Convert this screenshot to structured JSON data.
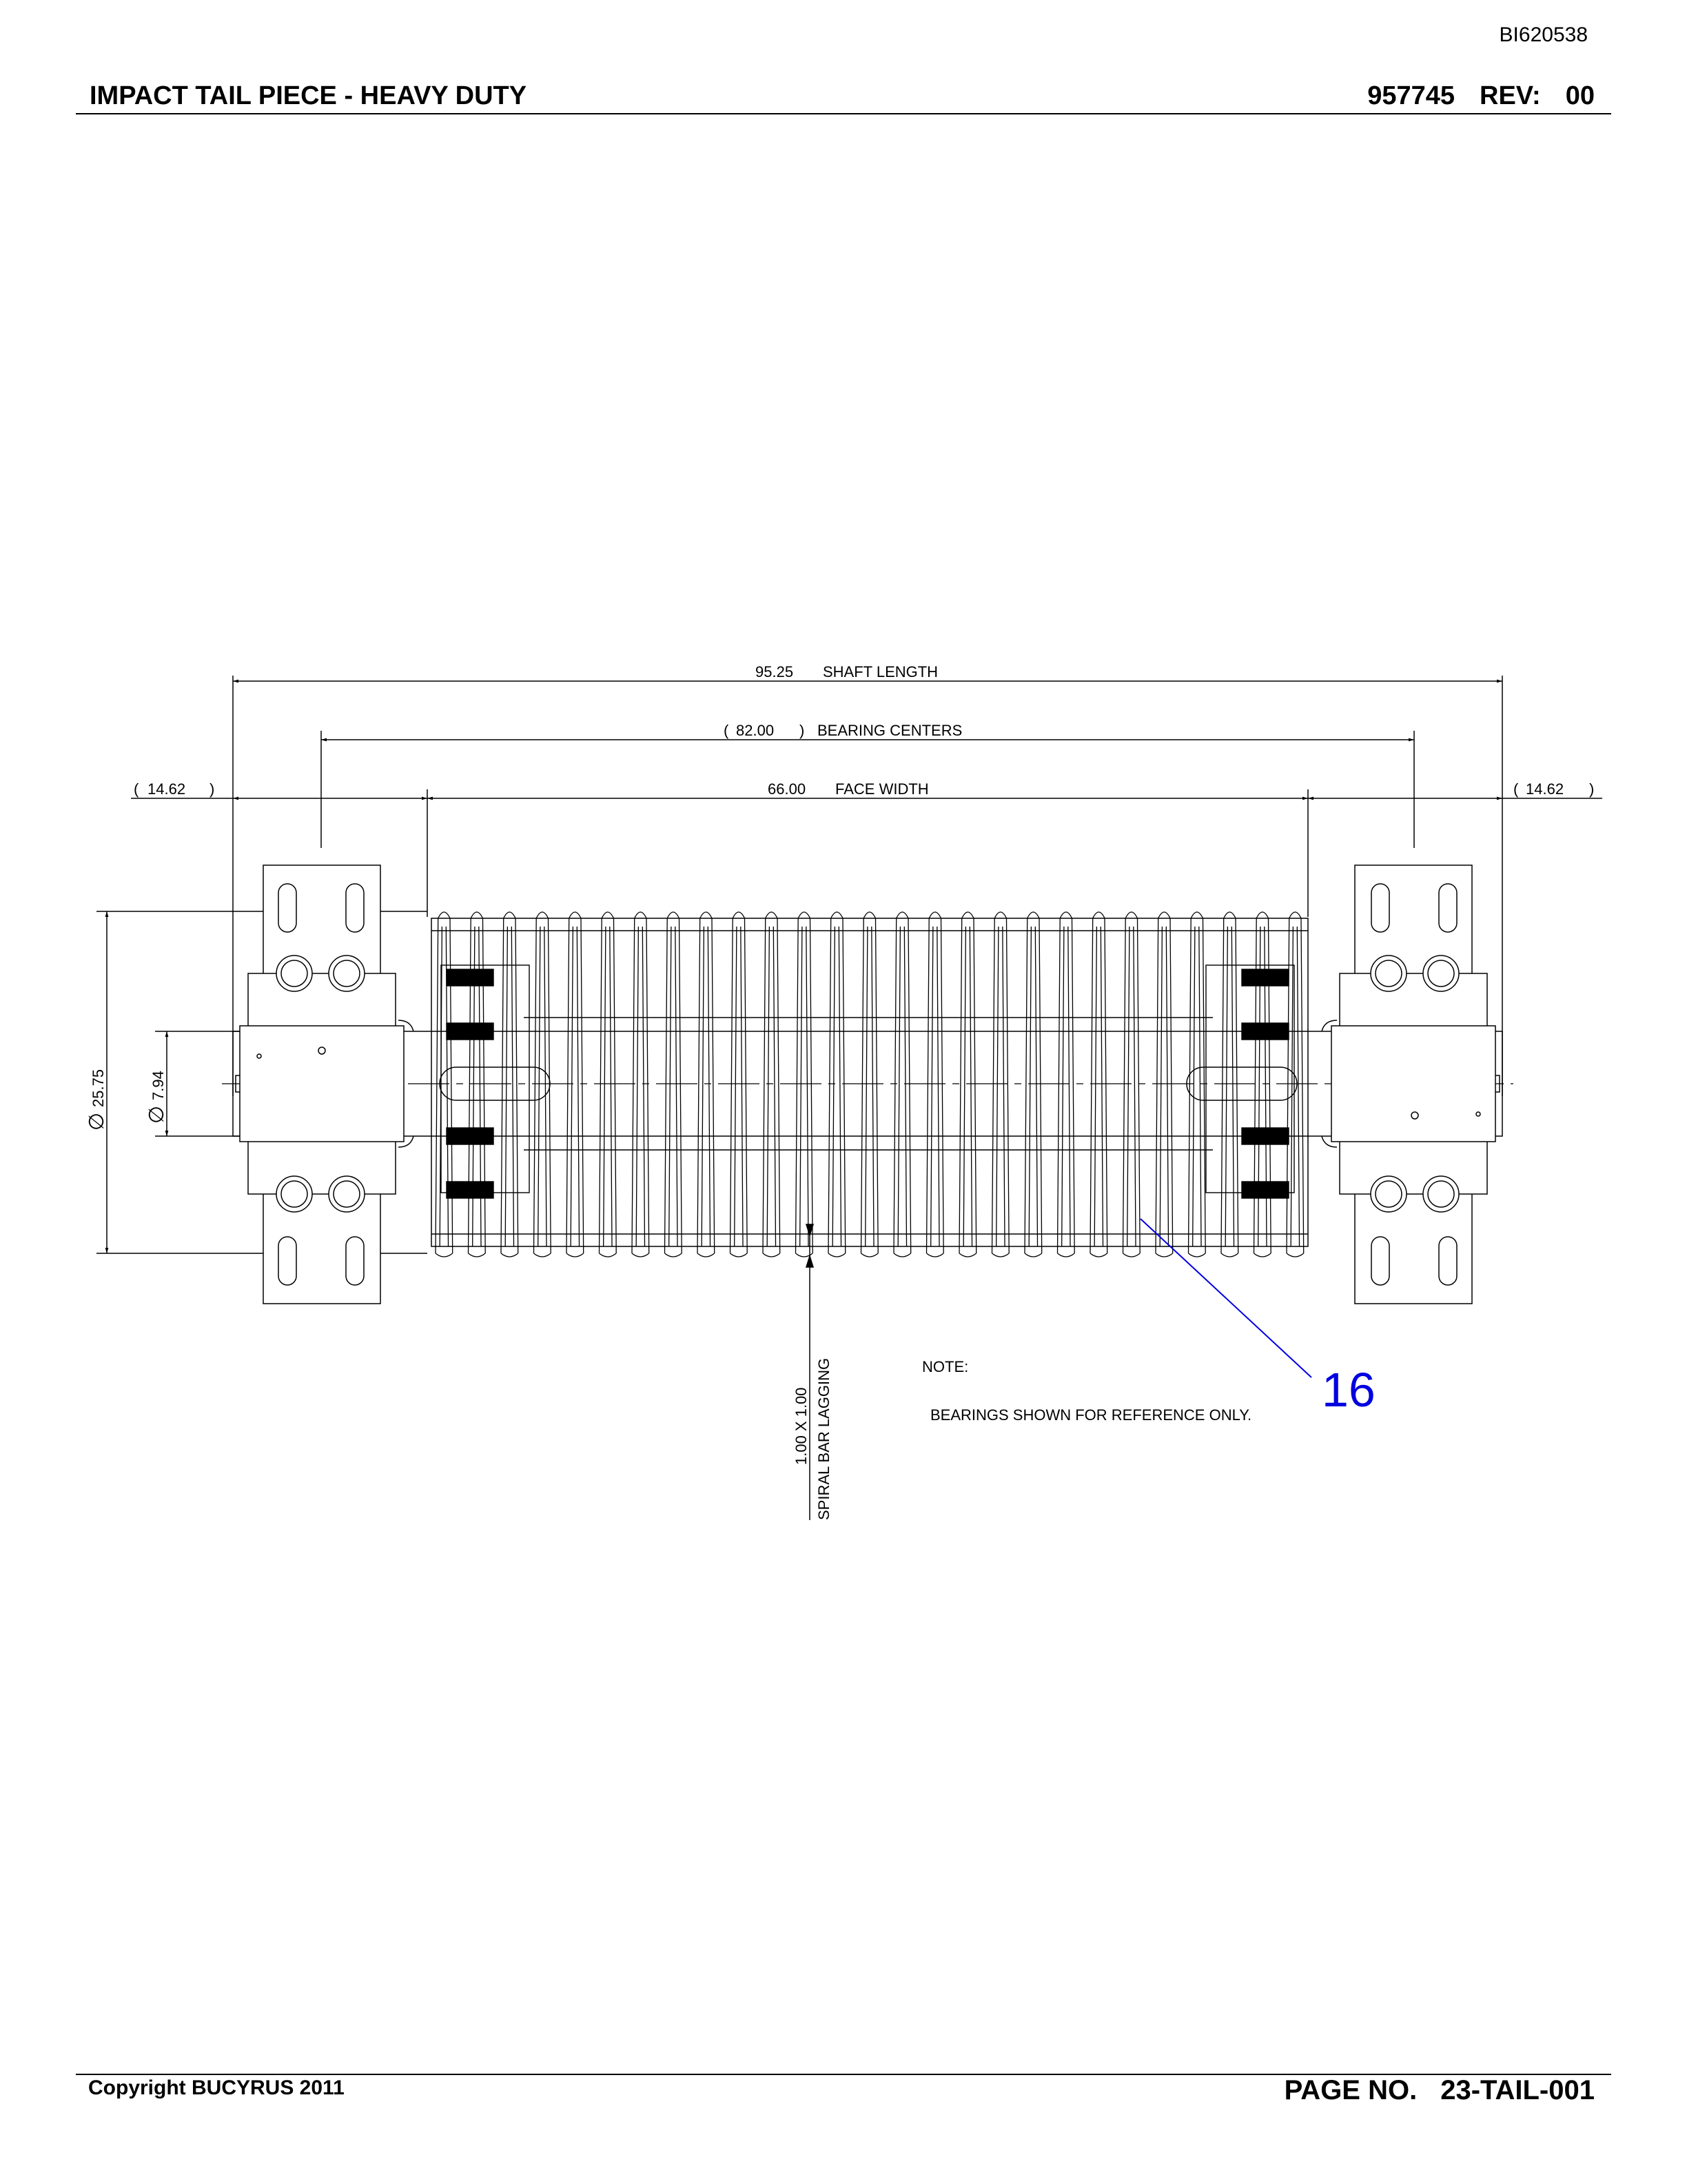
{
  "header": {
    "doc_id": "BI620538",
    "title": "IMPACT TAIL PIECE - HEAVY DUTY",
    "part_number": "957745",
    "rev_label": "REV:",
    "rev_value": "00"
  },
  "dimensions": {
    "shaft_length_value": "95.25",
    "shaft_length_label": "SHAFT LENGTH",
    "bearing_centers_value": "82.00",
    "bearing_centers_label": "BEARING CENTERS",
    "face_width_value": "66.00",
    "face_width_label": "FACE WIDTH",
    "left_overhang": "14.62",
    "right_overhang": "14.62",
    "outer_diameter": "25.75",
    "shaft_diameter": "7.94",
    "diameter_symbol": "∅",
    "lagging_size": "1.00   X 1.00",
    "lagging_label": "SPIRAL BAR LAGGING"
  },
  "notes": {
    "heading": "NOTE:",
    "text": "BEARINGS SHOWN FOR REFERENCE ONLY."
  },
  "callout": {
    "number": "16",
    "color": "#0000e0"
  },
  "footer": {
    "copyright": "Copyright BUCYRUS 2011",
    "page_label": "PAGE NO.",
    "page_value": "23-TAIL-001"
  }
}
